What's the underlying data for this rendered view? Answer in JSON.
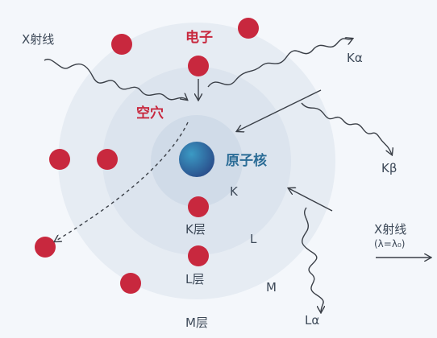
{
  "labels": {
    "xray_in": "X射线",
    "electron": "电子",
    "hole": "空穴",
    "nucleus": "原子核",
    "ka": "Kα",
    "kb": "Kβ",
    "la": "Lα",
    "k_shell_letter": "K",
    "l_shell_letter": "L",
    "m_shell_letter": "M",
    "k_layer": "K层",
    "l_layer": "L层",
    "m_layer": "M层",
    "xray_out": "X射线",
    "xray_out_sub": "(λ=λ₀)"
  },
  "colors": {
    "electron": "#c8283e",
    "nucleus": "#2b6c96",
    "shell_m": "#e6ecf3",
    "shell_l": "#dce4ee",
    "shell_k": "#d0dbe8"
  }
}
